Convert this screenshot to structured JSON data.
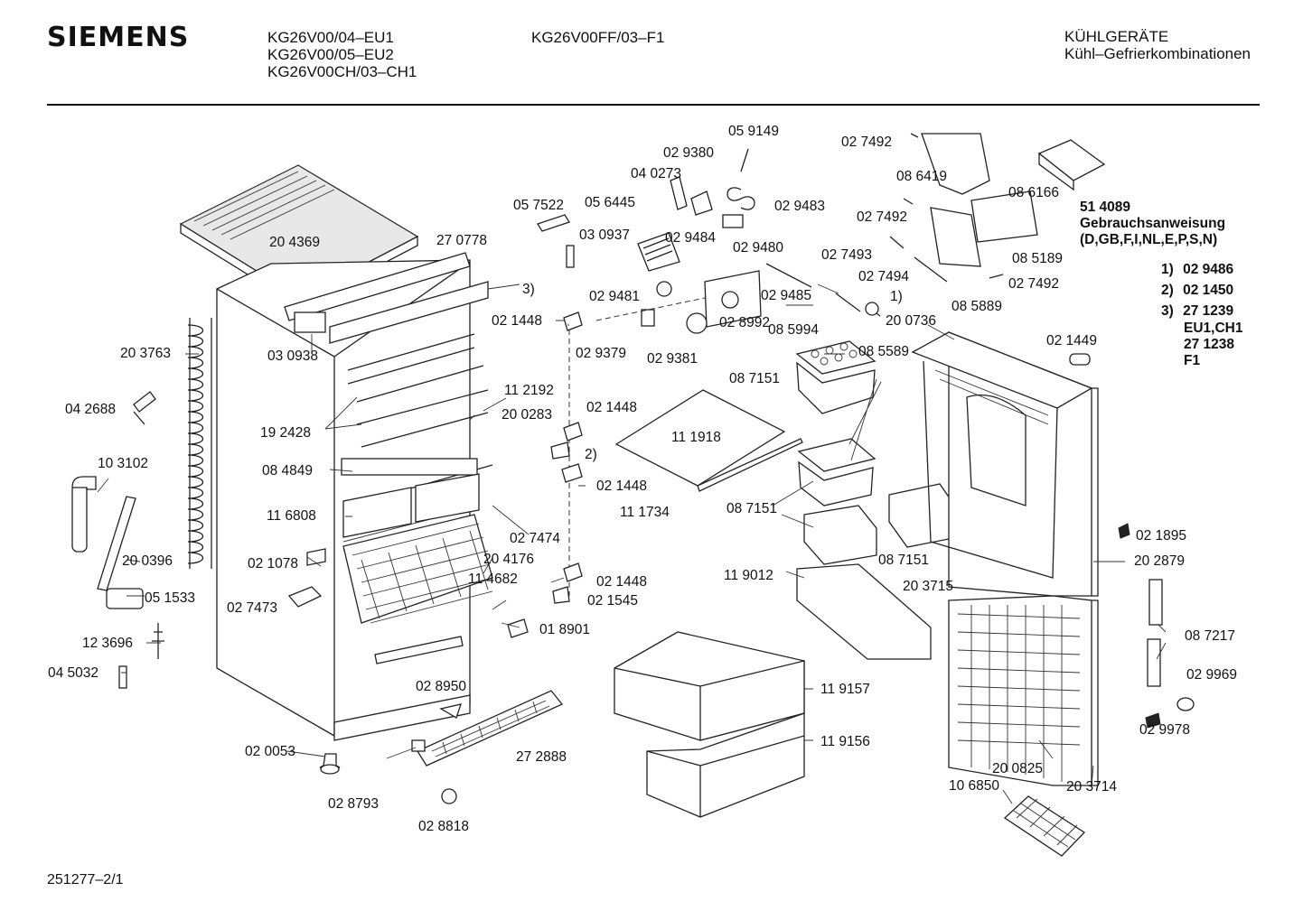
{
  "header": {
    "brand": "SIEMENS",
    "models_left": [
      "KG26V00/04–EU1",
      "KG26V00/05–EU2",
      "KG26V00CH/03–CH1"
    ],
    "model_center": "KG26V00FF/03–F1",
    "category": "KÜHLGERÄTE",
    "subcategory": "Kühl–Gefrierkombinationen"
  },
  "info_block": {
    "number": "51 4089",
    "title": "Gebrauchsanweisung",
    "languages": "(D,GB,F,I,NL,E,P,S,N)"
  },
  "footnotes": [
    {
      "key": "1)",
      "value": "02 9486"
    },
    {
      "key": "2)",
      "value": "02 1450"
    },
    {
      "key": "3)",
      "value": "27 1239"
    }
  ],
  "footnote_3_extra": [
    "EU1,CH1",
    "27 1238",
    "F1"
  ],
  "callouts": [
    "20 4369",
    "27 0778",
    "3)",
    "03 0938",
    "20 3763",
    "04 2688",
    "19 2428",
    "08 4849",
    "11 6808",
    "10 3102",
    "20 0396",
    "05 1533",
    "02 1078",
    "02 7473",
    "12 3696",
    "04 5032",
    "02 7474",
    "20 4176",
    "11 4682",
    "11 2192",
    "20 0283",
    "05 7522",
    "03 0937",
    "05 6445",
    "04 0273",
    "02 9380",
    "05 9149",
    "02 9484",
    "02 9481",
    "02 9379",
    "02 9381",
    "02 8992",
    "08 5994",
    "02 9483",
    "02 9480",
    "02 9485",
    "1)",
    "02 1448",
    "02 1448",
    "2)",
    "02 1448",
    "02 1448",
    "02 1545",
    "01 8901",
    "11 1918",
    "11 1734",
    "02 7492",
    "08 6419",
    "08 6166",
    "02 7492",
    "02 7493",
    "02 7494",
    "08 5189",
    "02 7492",
    "08 5889",
    "20 0736",
    "08 5589",
    "08 7151",
    "08 7151",
    "08 7151",
    "02 1449",
    "11 9012",
    "20 3715",
    "02 1895",
    "20 2879",
    "08 7217",
    "02 9969",
    "02 9978",
    "11 9157",
    "11 9156",
    "02 8950",
    "27 2888",
    "02 0053",
    "02 8793",
    "02 8818",
    "20 0825",
    "20 3714",
    "10 6850"
  ],
  "footer": {
    "document_number": "251277–2/1"
  }
}
